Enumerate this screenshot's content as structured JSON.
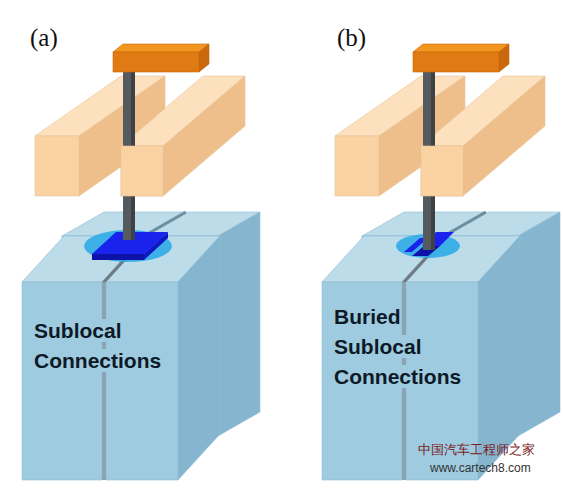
{
  "diagram": {
    "labels": [
      "(a)",
      "(b)",
      "Sublocal Connections",
      "Buried Sublocal Connections",
      "中国汽车工程师之家",
      "www.cartech8.com"
    ]
  }
}
